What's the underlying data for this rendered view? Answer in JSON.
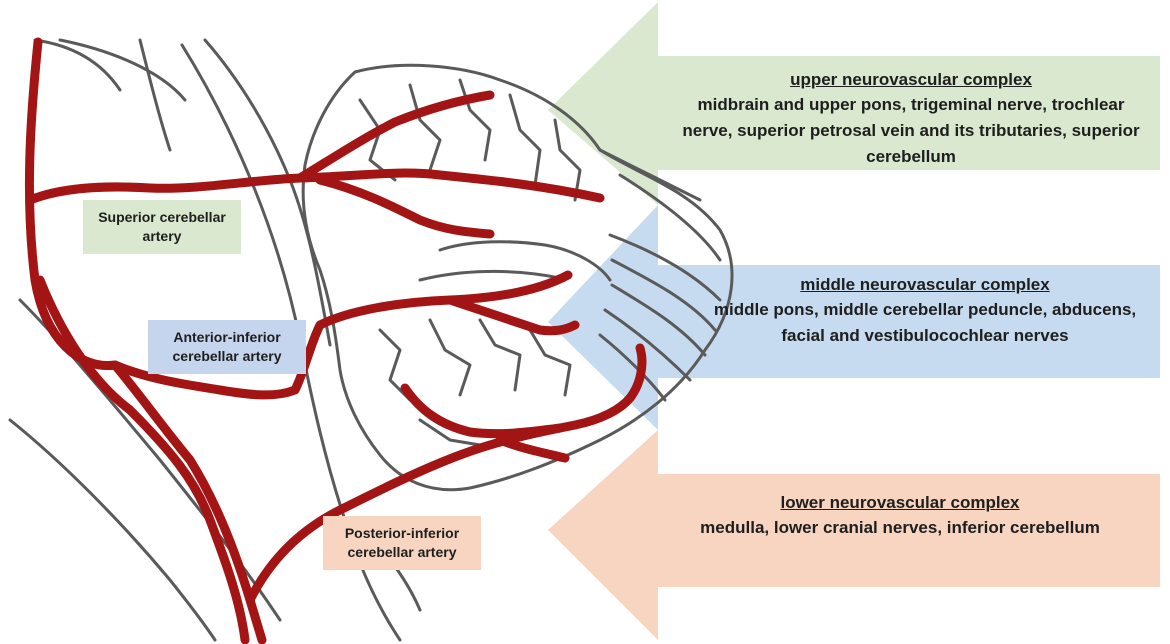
{
  "arrows": {
    "upper": {
      "title": "upper neurovascular complex",
      "body": "midbrain and upper pons, trigeminal nerve, trochlear nerve, superior petrosal vein and its tributaries, superior cerebellum",
      "color": "#d9e8cf"
    },
    "middle": {
      "title": "middle neurovascular complex",
      "body": "middle pons, middle cerebellar peduncle, abducens, facial and vestibulocochlear nerves",
      "color": "#bcd5ec"
    },
    "lower": {
      "title": "lower neurovascular complex",
      "body": "medulla, lower cranial nerves, inferior cerebellum",
      "color": "#f8d5c1"
    }
  },
  "labels": {
    "sca": {
      "text": "Superior cerebellar artery",
      "color": "#d9e8cf"
    },
    "aica": {
      "text": "Anterior-inferior cerebellar artery",
      "color": "#c6d5ee"
    },
    "pica": {
      "text": "Posterior-inferior cerebellar artery",
      "color": "#f8d5c1"
    }
  },
  "colors": {
    "artery": "#a31515",
    "outline": "#5a5a5a"
  }
}
